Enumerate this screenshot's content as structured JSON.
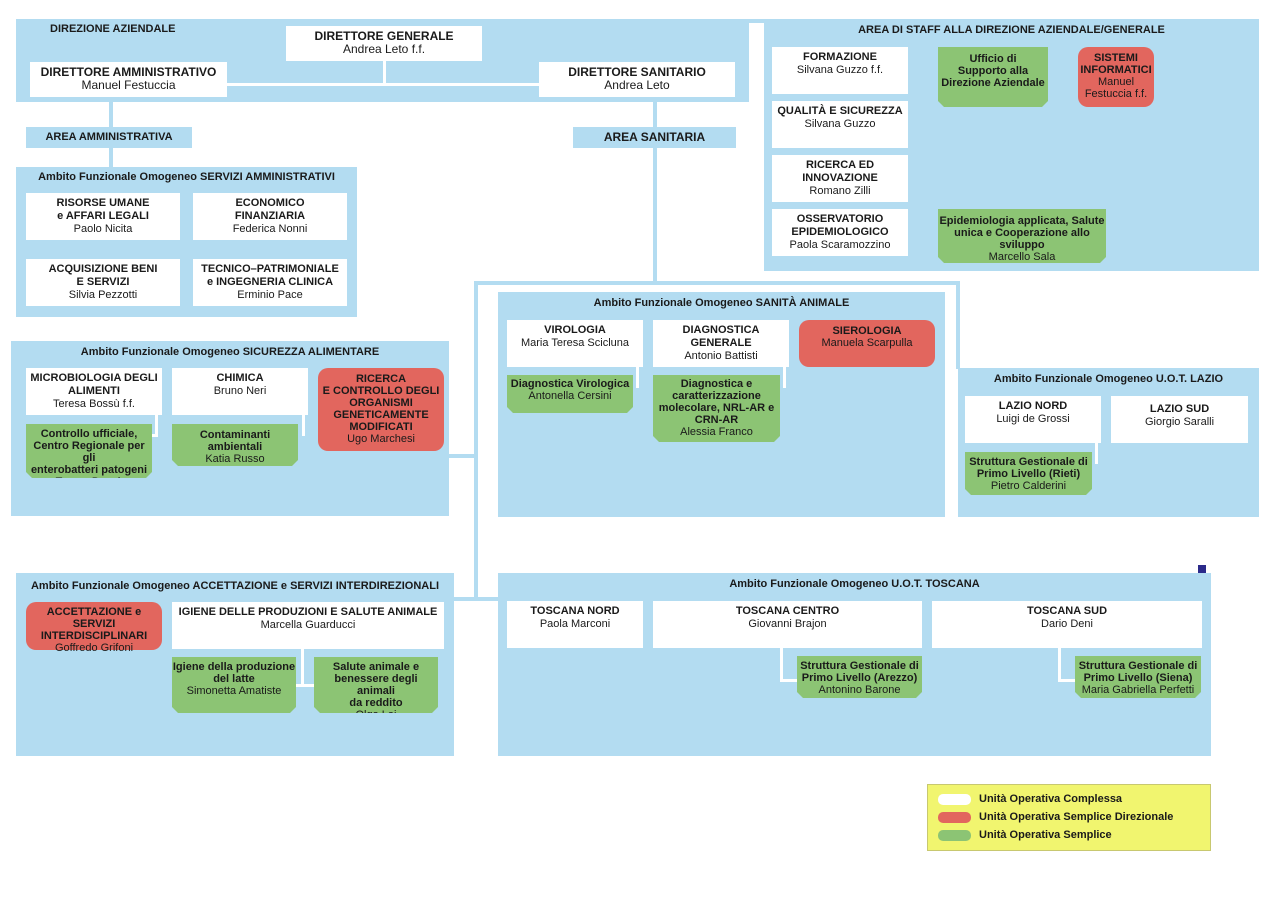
{
  "colors": {
    "panel": "#b3dcf1",
    "complex": "#ffffff",
    "directional": "#e2665e",
    "simple": "#8cc474",
    "legend_bg": "#f1f56f"
  },
  "direzione": {
    "label": "DIREZIONE AZIENDALE",
    "dg": {
      "title": "DIRETTORE GENERALE",
      "name": "Andrea Leto f.f."
    },
    "da": {
      "title": "DIRETTORE AMMINISTRATIVO",
      "name": "Manuel Festuccia"
    },
    "ds": {
      "title": "DIRETTORE SANITARIO",
      "name": "Andrea Leto"
    }
  },
  "area_amm": "AREA AMMINISTRATIVA",
  "area_san": "AREA SANITARIA",
  "staff": {
    "title": "AREA DI STAFF ALLA DIREZIONE AZIENDALE/GENERALE",
    "formazione": {
      "title": "FORMAZIONE",
      "name": "Silvana Guzzo f.f."
    },
    "qualita": {
      "title": "QUALITÀ E SICUREZZA",
      "name": "Silvana Guzzo"
    },
    "ricerca": {
      "title1": "RICERCA ED",
      "title2": "INNOVAZIONE",
      "name": "Romano Zilli"
    },
    "osservatorio": {
      "title1": "OSSERVATORIO",
      "title2": "EPIDEMIOLOGICO",
      "name": "Paola Scaramozzino"
    },
    "ufficio": {
      "l1": "Ufficio di",
      "l2": "Supporto alla",
      "l3": "Direzione Aziendale"
    },
    "sistemi": {
      "l1": "SISTEMI",
      "l2": "INFORMATICI",
      "l3": "Manuel",
      "l4": "Festuccia f.f."
    },
    "epidemio": {
      "l1": "Epidemiologia applicata, Salute",
      "l2": "unica e Cooperazione allo sviluppo",
      "name": "Marcello Sala"
    }
  },
  "servizi_amm": {
    "title": "Ambito Funzionale Omogeneo SERVIZI AMMINISTRATIVI",
    "risorse": {
      "l1": "RISORSE UMANE",
      "l2": "e AFFARI LEGALI",
      "name": "Paolo Nicita"
    },
    "economico": {
      "l1": "ECONOMICO",
      "l2": "FINANZIARIA",
      "name": "Federica Nonni"
    },
    "acquisizione": {
      "l1": "ACQUISIZIONE BENI",
      "l2": "E SERVIZI",
      "name": "Silvia Pezzotti"
    },
    "tecnico": {
      "l1": "TECNICO–PATRIMONIALE",
      "l2": "e INGEGNERIA CLINICA",
      "name": "Erminio Pace"
    }
  },
  "sicurezza": {
    "title": "Ambito Funzionale Omogeneo SICUREZZA ALIMENTARE",
    "micro": {
      "l1": "MICROBIOLOGIA DEGLI",
      "l2": "ALIMENTI",
      "name": "Teresa Bossù f.f."
    },
    "controllo": {
      "l1": "Controllo ufficiale,",
      "l2": "Centro Regionale per gli",
      "l3": "enterobatteri patogeni",
      "name": "Teresa Bossù"
    },
    "chimica": {
      "title": "CHIMICA",
      "name": "Bruno Neri"
    },
    "contaminanti": {
      "l1": "Contaminanti ambientali",
      "name": "Katia Russo"
    },
    "ogm": {
      "l1": "RICERCA",
      "l2": "E CONTROLLO DEGLI",
      "l3": "ORGANISMI",
      "l4": "GENETICAMENTE",
      "l5": "MODIFICATI",
      "name": "Ugo Marchesi"
    }
  },
  "sanita": {
    "title": "Ambito Funzionale Omogeneo SANITÀ ANIMALE",
    "virologia": {
      "title": "VIROLOGIA",
      "name": "Maria Teresa Scicluna"
    },
    "diagvir": {
      "l1": "Diagnostica Virologica",
      "name": "Antonella Cersini"
    },
    "diaggen": {
      "title": "DIAGNOSTICA GENERALE",
      "name": "Antonio Battisti"
    },
    "diagcar": {
      "l1": "Diagnostica e",
      "l2": "caratterizzazione",
      "l3": "molecolare, NRL-AR e",
      "l4": "CRN-AR",
      "name": "Alessia Franco"
    },
    "sierologia": {
      "title": "SIEROLOGIA",
      "name": "Manuela Scarpulla"
    }
  },
  "lazio": {
    "title": "Ambito Funzionale Omogeneo U.O.T. LAZIO",
    "nord": {
      "title": "LAZIO NORD",
      "name": "Luigi de Grossi"
    },
    "sud": {
      "title": "LAZIO SUD",
      "name": "Giorgio Saralli"
    },
    "rieti": {
      "l1": "Struttura Gestionale di",
      "l2": "Primo Livello (Rieti)",
      "name": "Pietro Calderini"
    }
  },
  "accettazione": {
    "title": "Ambito Funzionale Omogeneo ACCETTAZIONE e SERVIZI INTERDIREZIONALI",
    "acc": {
      "l1": "ACCETTAZIONE e SERVIZI",
      "l2": "INTERDISCIPLINARI",
      "name": "Goffredo Grifoni"
    },
    "igiene": {
      "title": "IGIENE DELLE PRODUZIONI E SALUTE ANIMALE",
      "name": "Marcella Guarducci"
    },
    "latte": {
      "l1": "Igiene della produzione",
      "l2": "del latte",
      "name": "Simonetta Amatiste"
    },
    "salute": {
      "l1": "Salute animale e",
      "l2": "benessere degli animali",
      "l3": "da reddito",
      "name": "Olga Lai"
    }
  },
  "toscana": {
    "title": "Ambito Funzionale Omogeneo U.O.T. TOSCANA",
    "nord": {
      "title": "TOSCANA NORD",
      "name": "Paola Marconi"
    },
    "centro": {
      "title": "TOSCANA CENTRO",
      "name": "Giovanni Brajon"
    },
    "sud": {
      "title": "TOSCANA SUD",
      "name": "Dario Deni"
    },
    "arezzo": {
      "l1": "Struttura Gestionale di",
      "l2": "Primo Livello (Arezzo)",
      "name": "Antonino Barone"
    },
    "siena": {
      "l1": "Struttura Gestionale di",
      "l2": "Primo Livello (Siena)",
      "name": "Maria Gabriella Perfetti"
    }
  },
  "legend": {
    "complex": "Unità Operativa Complessa",
    "directional": "Unità Operativa Semplice Direzionale",
    "simple": "Unità Operativa Semplice"
  }
}
